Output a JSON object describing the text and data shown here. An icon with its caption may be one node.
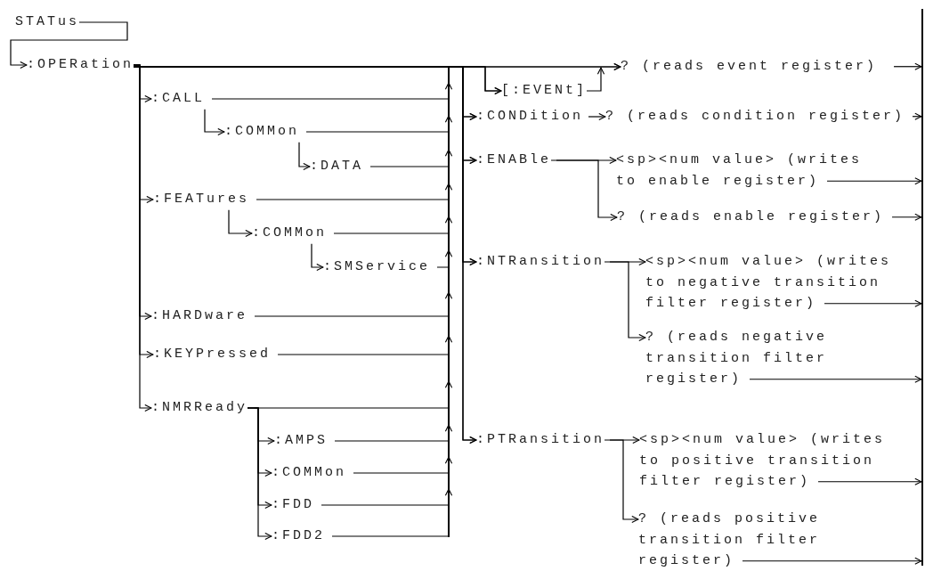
{
  "diagram": {
    "nodes": [
      {
        "text": [
          "STATus"
        ]
      },
      {
        "text": [
          ":OPERation"
        ]
      },
      {
        "text": [
          ":CALL"
        ]
      },
      {
        "text": [
          ":COMMon"
        ]
      },
      {
        "text": [
          ":DATA"
        ]
      },
      {
        "text": [
          ":FEATures"
        ]
      },
      {
        "text": [
          ":COMMon"
        ]
      },
      {
        "text": [
          ":SMService"
        ]
      },
      {
        "text": [
          ":HARDware"
        ]
      },
      {
        "text": [
          ":KEYPressed"
        ]
      },
      {
        "text": [
          ":NMRReady"
        ]
      },
      {
        "text": [
          ":AMPS"
        ]
      },
      {
        "text": [
          ":COMMon"
        ]
      },
      {
        "text": [
          ":FDD"
        ]
      },
      {
        "text": [
          ":FDD2"
        ]
      },
      {
        "text": [],
        "shape": "bar"
      },
      {
        "text": [
          "[:EVENt]"
        ]
      },
      {
        "text": [
          "? (reads event register)"
        ]
      },
      {
        "text": [
          ":CONDition"
        ]
      },
      {
        "text": [
          "? (reads condition register)"
        ]
      },
      {
        "text": [
          ":ENABle"
        ]
      },
      {
        "text": [
          "<sp><num value> (writes to enable register)"
        ]
      },
      {
        "text": [
          "? (reads enable register)"
        ]
      },
      {
        "text": [
          ":NTRansition"
        ]
      },
      {
        "text": [
          "<sp><num value> (writes to negative transition filter register)"
        ]
      },
      {
        "text": [
          "? (reads negative transition filter register)"
        ]
      },
      {
        "text": [
          ":PTRansition"
        ]
      },
      {
        "text": [
          "<sp><num value> (writes to positive transition filter register)"
        ]
      },
      {
        "text": [
          "? (reads positive transition filter register)"
        ]
      },
      {
        "text": [],
        "shape": "bar"
      }
    ],
    "edges": [
      {
        "from": 0,
        "to": 1,
        "arrow": "to"
      },
      {
        "from": 1,
        "to": 2,
        "arrow": "to"
      },
      {
        "from": 1,
        "to": 5,
        "arrow": "to"
      },
      {
        "from": 1,
        "to": 8,
        "arrow": "to"
      },
      {
        "from": 1,
        "to": 9,
        "arrow": "to"
      },
      {
        "from": 1,
        "to": 10,
        "arrow": "to"
      },
      {
        "from": 2,
        "to": 3,
        "arrow": "to"
      },
      {
        "from": 3,
        "to": 4,
        "arrow": "to"
      },
      {
        "from": 5,
        "to": 6,
        "arrow": "to"
      },
      {
        "from": 6,
        "to": 7,
        "arrow": "to"
      },
      {
        "from": 10,
        "to": 11,
        "arrow": "to"
      },
      {
        "from": 10,
        "to": 12,
        "arrow": "to"
      },
      {
        "from": 10,
        "to": 13,
        "arrow": "to"
      },
      {
        "from": 10,
        "to": 14,
        "arrow": "to"
      },
      {
        "from": 2,
        "to": 15,
        "arrow": "to"
      },
      {
        "from": 3,
        "to": 15,
        "arrow": "to"
      },
      {
        "from": 4,
        "to": 15,
        "arrow": "to"
      },
      {
        "from": 5,
        "to": 15,
        "arrow": "to"
      },
      {
        "from": 6,
        "to": 15,
        "arrow": "to"
      },
      {
        "from": 7,
        "to": 15,
        "arrow": "to"
      },
      {
        "from": 8,
        "to": 15,
        "arrow": "to"
      },
      {
        "from": 9,
        "to": 15,
        "arrow": "to"
      },
      {
        "from": 10,
        "to": 15,
        "arrow": "to"
      },
      {
        "from": 11,
        "to": 15,
        "arrow": "to"
      },
      {
        "from": 12,
        "to": 15,
        "arrow": "to"
      },
      {
        "from": 13,
        "to": 15,
        "arrow": "to"
      },
      {
        "from": 14,
        "to": 15,
        "arrow": "none"
      },
      {
        "from": 1,
        "to": 16,
        "arrow": "to"
      },
      {
        "from": 1,
        "to": 17,
        "arrow": "to"
      },
      {
        "from": 1,
        "to": 18,
        "arrow": "to"
      },
      {
        "from": 1,
        "to": 20,
        "arrow": "to"
      },
      {
        "from": 1,
        "to": 23,
        "arrow": "to"
      },
      {
        "from": 1,
        "to": 26,
        "arrow": "to"
      },
      {
        "from": 15,
        "to": 16,
        "arrow": "to"
      },
      {
        "from": 15,
        "to": 17,
        "arrow": "to"
      },
      {
        "from": 15,
        "to": 18,
        "arrow": "to"
      },
      {
        "from": 15,
        "to": 20,
        "arrow": "to"
      },
      {
        "from": 15,
        "to": 23,
        "arrow": "to"
      },
      {
        "from": 15,
        "to": 26,
        "arrow": "to"
      },
      {
        "from": 16,
        "to": 17,
        "arrow": "to"
      },
      {
        "from": 18,
        "to": 19,
        "arrow": "to"
      },
      {
        "from": 20,
        "to": 21,
        "arrow": "to"
      },
      {
        "from": 20,
        "to": 22,
        "arrow": "to"
      },
      {
        "from": 23,
        "to": 24,
        "arrow": "to"
      },
      {
        "from": 23,
        "to": 25,
        "arrow": "to"
      },
      {
        "from": 26,
        "to": 27,
        "arrow": "to"
      },
      {
        "from": 26,
        "to": 28,
        "arrow": "to"
      },
      {
        "from": 17,
        "to": 29,
        "arrow": "to"
      },
      {
        "from": 19,
        "to": 29,
        "arrow": "to"
      },
      {
        "from": 21,
        "to": 29,
        "arrow": "to"
      },
      {
        "from": 22,
        "to": 29,
        "arrow": "to"
      },
      {
        "from": 24,
        "to": 29,
        "arrow": "to"
      },
      {
        "from": 25,
        "to": 29,
        "arrow": "to"
      },
      {
        "from": 27,
        "to": 29,
        "arrow": "to"
      },
      {
        "from": 28,
        "to": 29,
        "arrow": "to"
      }
    ]
  }
}
